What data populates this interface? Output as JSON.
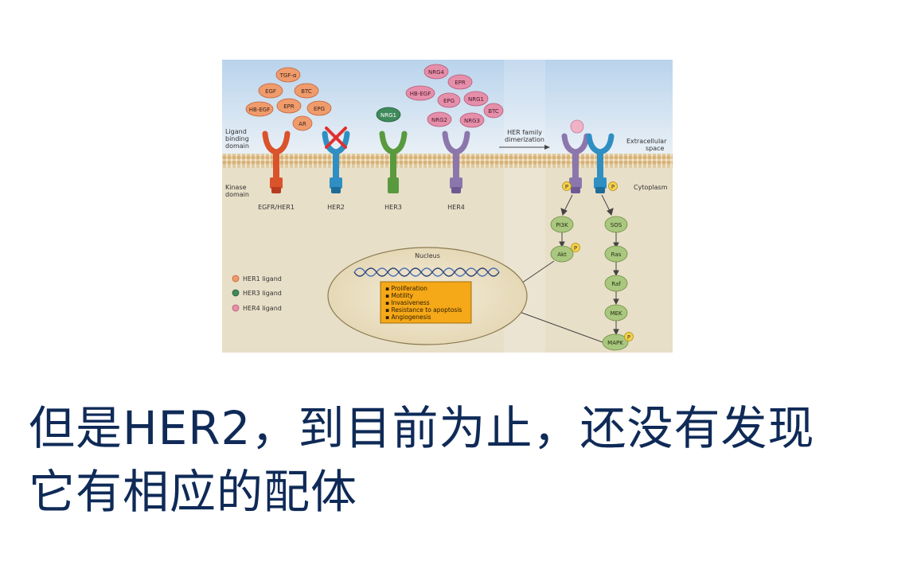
{
  "diagram": {
    "ligand_binding_domain": [
      "Ligand",
      "binding",
      "domain"
    ],
    "kinase_domain": [
      "Kinase",
      "domain"
    ],
    "extracellular_space": [
      "Extracellular",
      "space"
    ],
    "cytoplasm": "Cytoplasm",
    "dimerization": [
      "HER family",
      "dimerization"
    ],
    "her1_ligands": [
      "TGF-α",
      "EGF",
      "BTC",
      "HB-EGF",
      "EPR",
      "EPG",
      "AR"
    ],
    "her3_ligands": [
      "NRG1"
    ],
    "her4_ligands": [
      "NRG4",
      "EPR",
      "HB-EGF",
      "EPG",
      "NRG1",
      "BTC",
      "NRG2",
      "NRG3"
    ],
    "receptors": [
      "EGFR/HER1",
      "HER2",
      "HER3",
      "HER4"
    ],
    "phospho": "P",
    "pathway_left": [
      "PI3K",
      "Akt"
    ],
    "pathway_right": [
      "SOS",
      "Ras",
      "Raf",
      "MEK",
      "MAPK"
    ],
    "nucleus_title": "Nucleus",
    "outcomes": [
      "Proliferation",
      "Motility",
      "Invasiveness",
      "Resistance to apoptosis",
      "Angiogenesis"
    ],
    "legend": [
      "HER1 ligand",
      "HER3 ligand",
      "HER4 ligand"
    ],
    "colors": {
      "her1": "#d9532b",
      "her2": "#2f8fc2",
      "her3": "#5a9a3f",
      "her4": "#8c77ad",
      "her1_ligand": "#ef9b6c",
      "her3_ligand": "#3f8a5a",
      "her4_ligand": "#e58faa",
      "pathway": "#a9c77e",
      "outcome_box": "#f5a818"
    }
  },
  "caption": {
    "line1": "但是HER2，到目前为止，还没有发现",
    "line2": "它有相应的配体"
  }
}
